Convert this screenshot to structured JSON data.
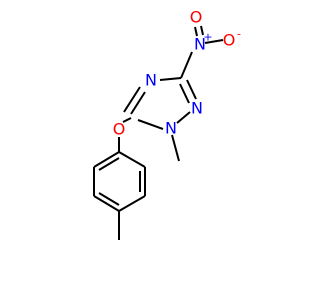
{
  "atoms": {
    "n1": {
      "symbol": "N",
      "color": "#0000ff"
    },
    "n2": {
      "symbol": "N",
      "color": "#0000ff"
    },
    "n4": {
      "symbol": "N",
      "color": "#0000ff"
    },
    "n_nitro": {
      "symbol": "N",
      "color": "#0000ff",
      "charge": "+"
    },
    "o_nitro_top": {
      "symbol": "O",
      "color": "#ff0000"
    },
    "o_nitro_right": {
      "symbol": "O",
      "color": "#ff0000",
      "charge": "-"
    },
    "o_ether": {
      "symbol": "O",
      "color": "#ff0000"
    }
  },
  "colors": {
    "bond": "#000000",
    "nitrogen": "#0000ff",
    "oxygen": "#ff0000",
    "background": "#ffffff"
  }
}
